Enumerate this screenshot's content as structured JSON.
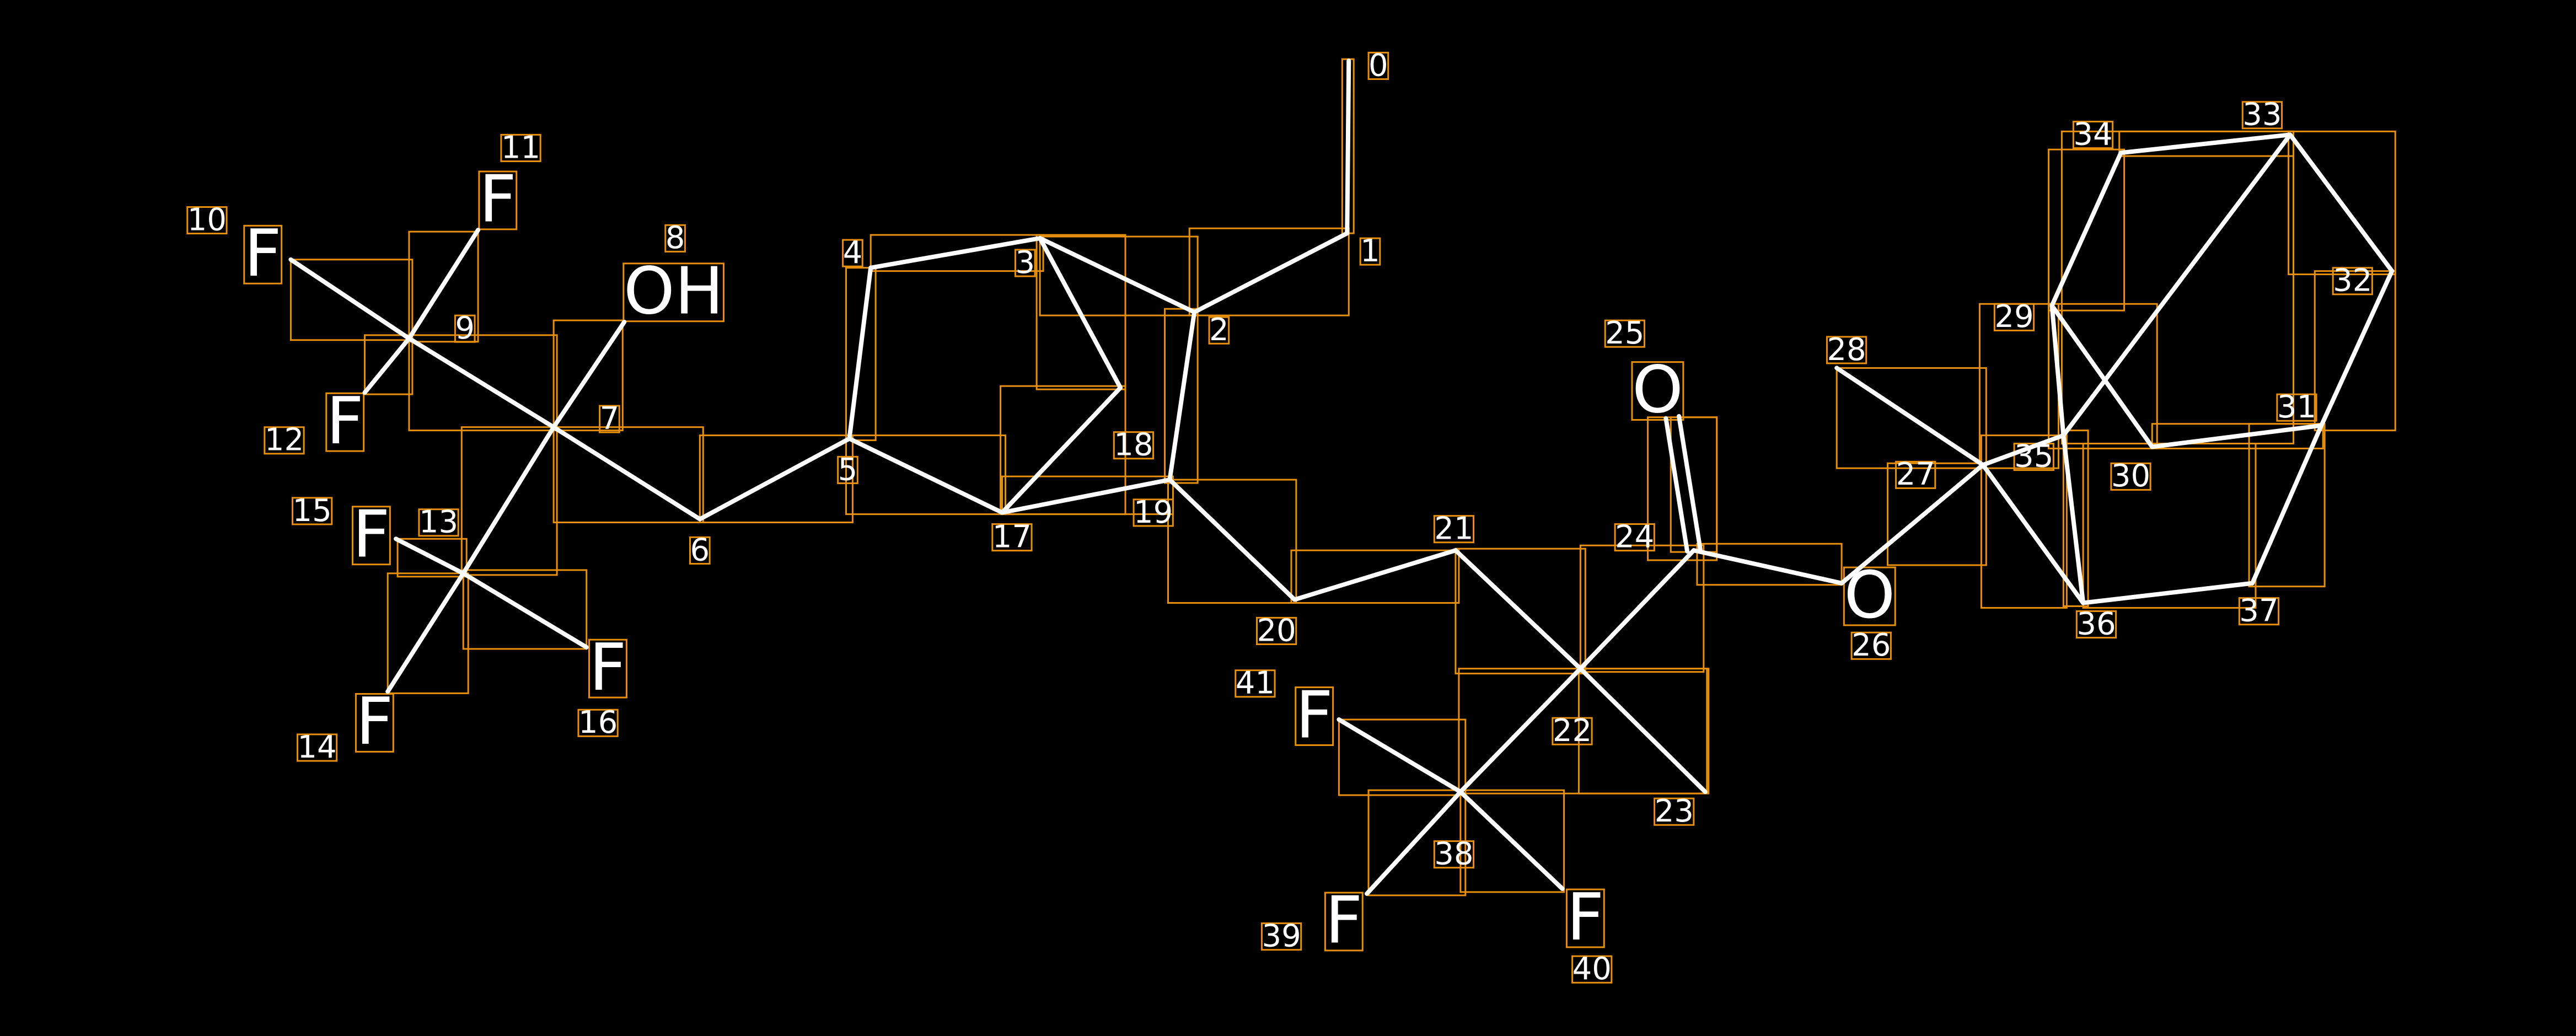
{
  "molecule": {
    "atom_labels": {
      "8": "OH",
      "10": "F",
      "11": "F",
      "12": "F",
      "14": "F",
      "15": "F",
      "16": "F",
      "25": "O",
      "26": "O",
      "39": "F",
      "40": "F",
      "41": "F"
    },
    "atom_count": 42,
    "bonds": [
      [
        0,
        1
      ],
      [
        1,
        2
      ],
      [
        2,
        3
      ],
      [
        3,
        4
      ],
      [
        4,
        5
      ],
      [
        5,
        6
      ],
      [
        6,
        7
      ],
      [
        7,
        8
      ],
      [
        7,
        9
      ],
      [
        9,
        10
      ],
      [
        9,
        11
      ],
      [
        9,
        12
      ],
      [
        7,
        13
      ],
      [
        13,
        14
      ],
      [
        13,
        15
      ],
      [
        13,
        16
      ],
      [
        5,
        17
      ],
      [
        17,
        18
      ],
      [
        18,
        3
      ],
      [
        17,
        19
      ],
      [
        19,
        2
      ],
      [
        19,
        20
      ],
      [
        20,
        21
      ],
      [
        21,
        22
      ],
      [
        22,
        23
      ],
      [
        22,
        24
      ],
      [
        24,
        25
      ],
      [
        24,
        26
      ],
      [
        26,
        27
      ],
      [
        27,
        28
      ],
      [
        27,
        35
      ],
      [
        35,
        29
      ],
      [
        29,
        30
      ],
      [
        30,
        31
      ],
      [
        31,
        32
      ],
      [
        32,
        33
      ],
      [
        33,
        34
      ],
      [
        34,
        29
      ],
      [
        33,
        35
      ],
      [
        35,
        36
      ],
      [
        36,
        37
      ],
      [
        37,
        31
      ],
      [
        27,
        36
      ],
      [
        22,
        38
      ],
      [
        38,
        39
      ],
      [
        38,
        40
      ],
      [
        38,
        41
      ]
    ],
    "double_bonds": [
      [
        24,
        25
      ]
    ],
    "colors": {
      "background": "#000000",
      "bond": "#ffffff",
      "annotation_box": "#e8900c",
      "text": "#ffffff"
    }
  }
}
